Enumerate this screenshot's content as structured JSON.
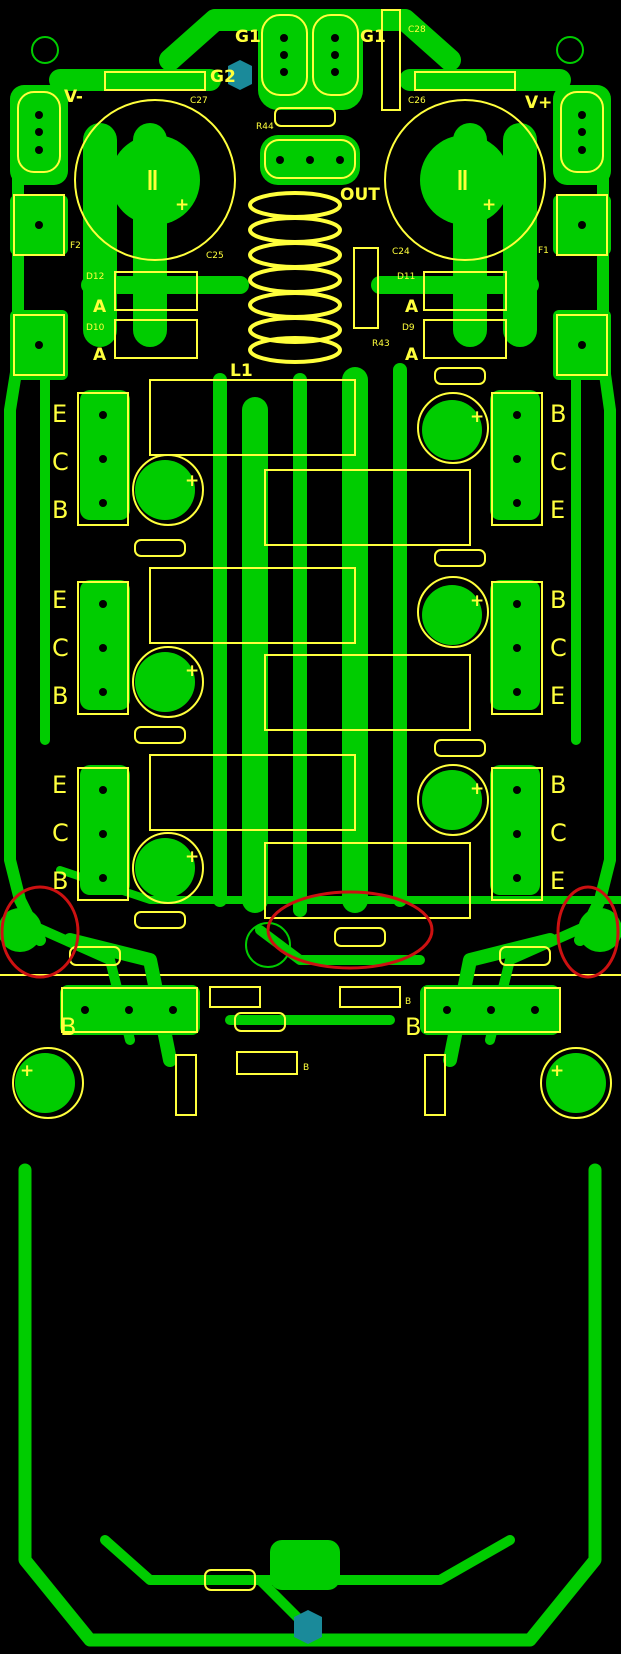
{
  "colors": {
    "background": "#000000",
    "copper": "#00cc00",
    "silkscreen": "#ffff3c",
    "via": "#1a8a9a",
    "highlight": "#cc1111"
  },
  "labels": {
    "g1_left": "G1",
    "g1_right": "G1",
    "g2": "G2",
    "v_minus": "V-",
    "v_plus": "V+",
    "out": "OUT",
    "l1": "L1",
    "c28": "C28",
    "c27": "C27",
    "c26": "C26",
    "c25": "C25",
    "c24": "C24",
    "r44": "R44",
    "r43": "R43",
    "f1": "F1",
    "f2": "F2",
    "d12": "D12",
    "d11": "D11",
    "d10": "D10",
    "d9": "D9",
    "a1": "A",
    "a2": "A",
    "a3": "A",
    "a4": "A",
    "e": "E",
    "c": "C",
    "b": "B",
    "b_small": "B",
    "plus": "+"
  },
  "transistor_pins_left": [
    "E",
    "C",
    "B"
  ],
  "transistor_pins_right": [
    "B",
    "C",
    "E"
  ]
}
